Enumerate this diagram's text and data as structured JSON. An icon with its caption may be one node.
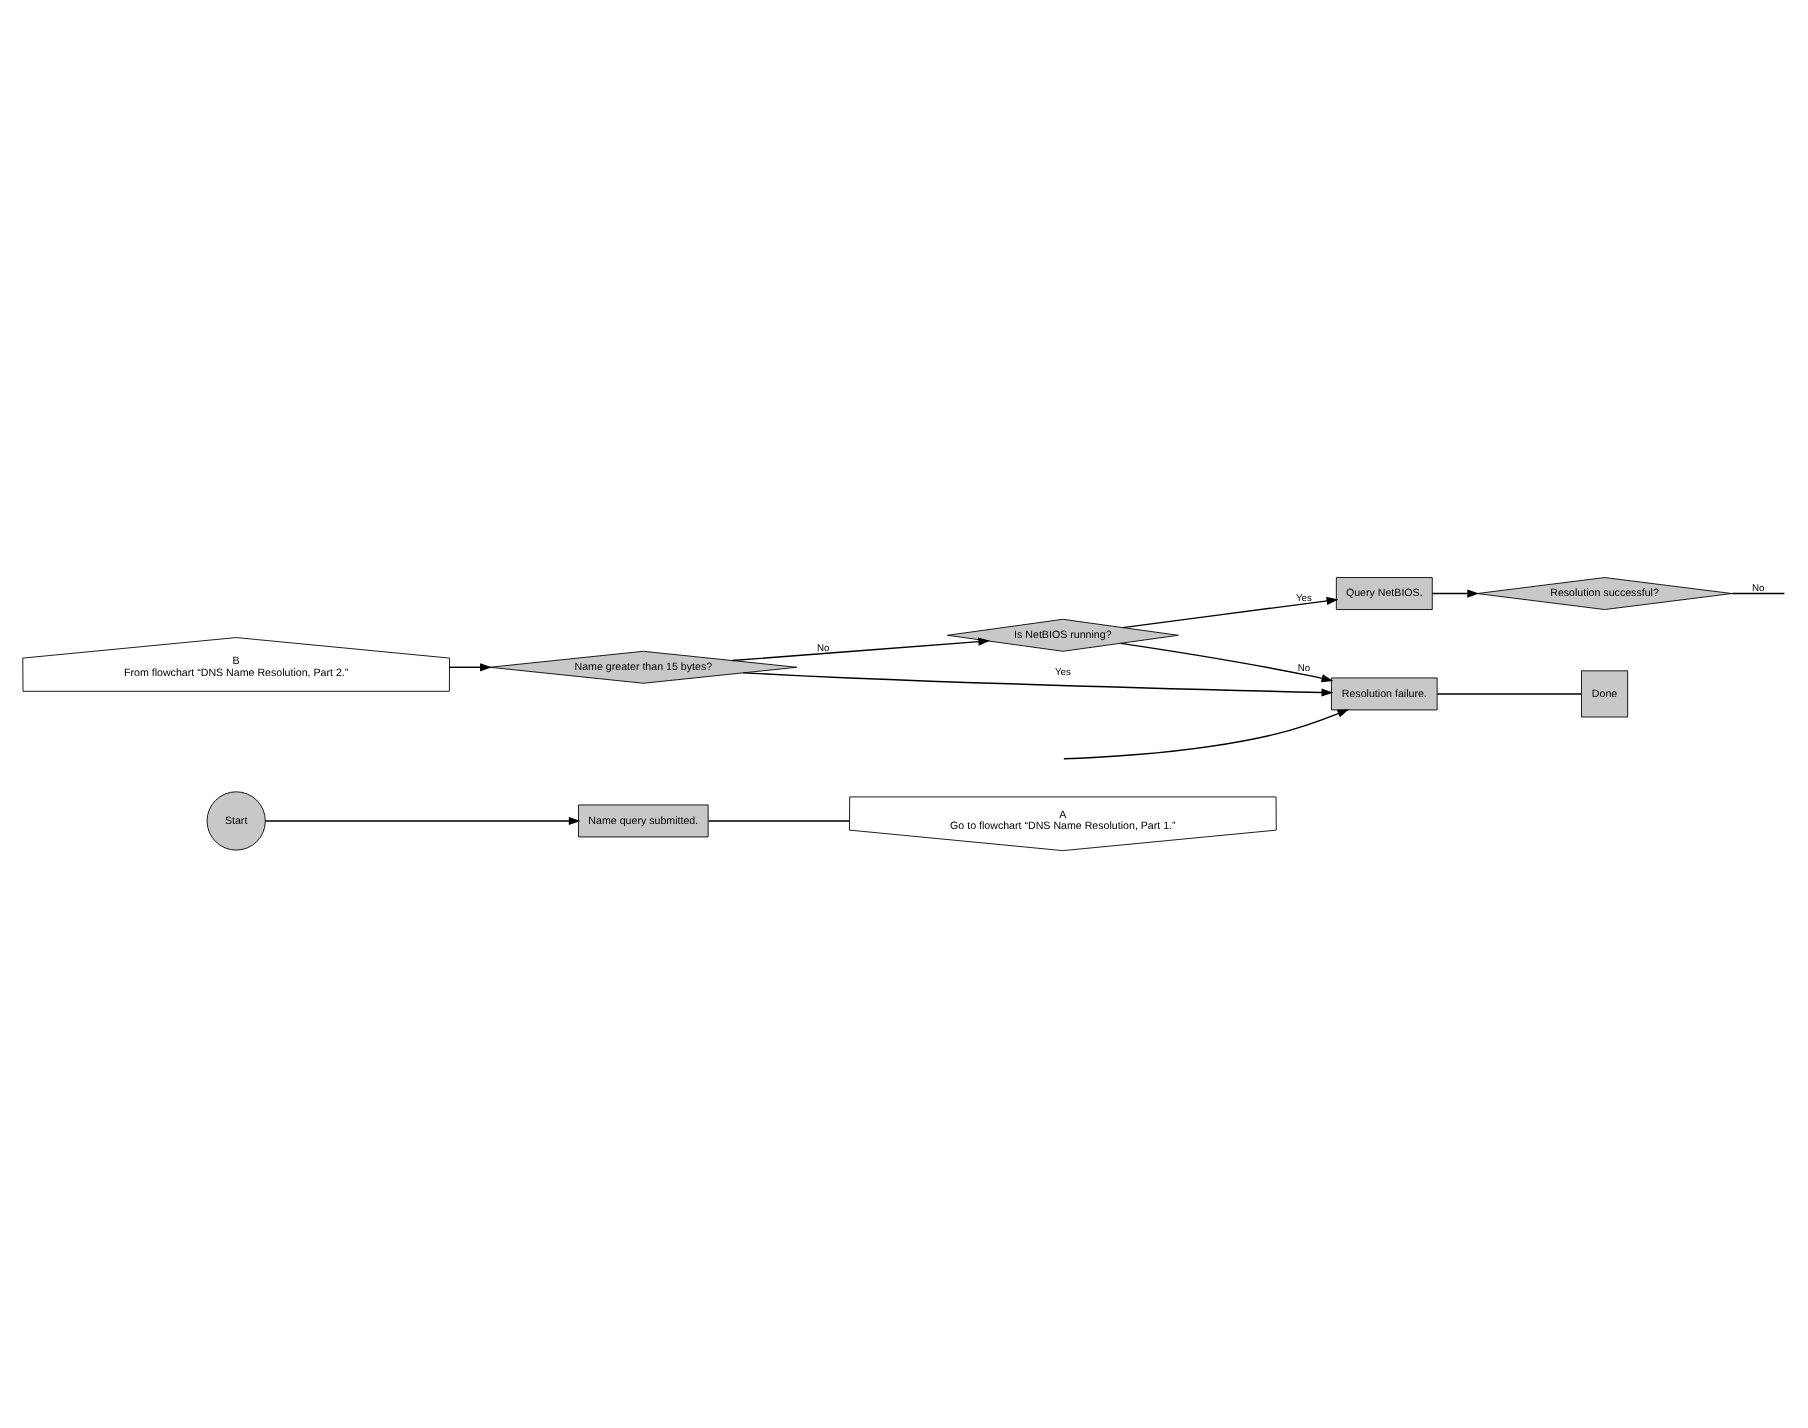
{
  "diagram": {
    "nodes": [
      {
        "text": [
          "Start"
        ]
      },
      {
        "text": [
          "Name query submitted."
        ]
      },
      {
        "text": [
          "A",
          "Go to flowchart “DNS Name Resolution, Part 1.”"
        ]
      },
      {
        "text": [
          "B",
          "From flowchart “DNS Name Resolution, Part 2.”"
        ]
      },
      {
        "text": [
          "Name greater than 15 bytes?"
        ]
      },
      {
        "text": [
          "Is NetBIOS running?"
        ]
      },
      {
        "text": [
          "Query NetBIOS."
        ]
      },
      {
        "text": [
          "Resolution successful?"
        ]
      },
      {
        "text": [
          "Resolution failure."
        ]
      },
      {
        "text": [
          "Done"
        ]
      }
    ],
    "edges": [
      {
        "from": 0,
        "to": 1,
        "arrow": "to"
      },
      {
        "from": 1,
        "to": 2,
        "arrow": "none"
      },
      {
        "from": 3,
        "to": 4,
        "arrow": "to"
      },
      {
        "from": 4,
        "to": 5,
        "label": "No",
        "arrow": "to"
      },
      {
        "from": 4,
        "to": 8,
        "label": "Yes",
        "arrow": "to"
      },
      {
        "from": 5,
        "to": 6,
        "label": "Yes",
        "arrow": "to"
      },
      {
        "from": 5,
        "to": 8,
        "label": "No",
        "arrow": "to"
      },
      {
        "from": 6,
        "to": 7,
        "arrow": "to"
      },
      {
        "from": 7,
        "to": null,
        "label": "No",
        "arrow": "none"
      },
      {
        "from": null,
        "to": 8,
        "arrow": "to"
      },
      {
        "from": 8,
        "to": 9,
        "arrow": "none"
      }
    ]
  }
}
